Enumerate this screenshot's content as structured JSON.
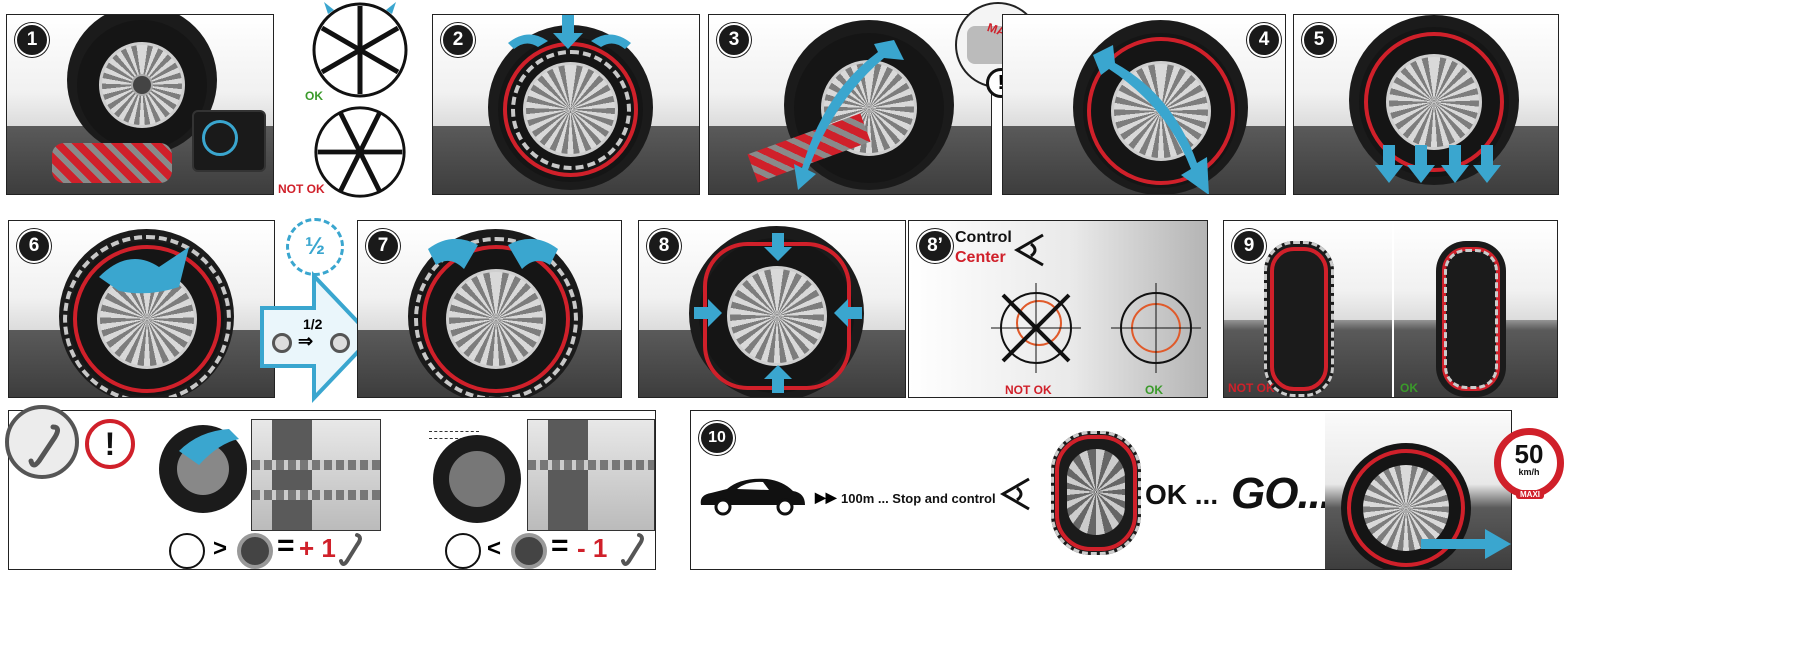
{
  "steps": {
    "s1": "1",
    "s2": "2",
    "s3": "3",
    "s4": "4",
    "s5": "5",
    "s6": "6",
    "s7": "7",
    "s8": "8",
    "s8b": "8’",
    "s9": "9",
    "s10": "10"
  },
  "labels": {
    "ok": "OK",
    "not_ok": "NOT OK",
    "max": "MAX",
    "half_fraction": "1/2",
    "control": "Control",
    "center": "Center",
    "plus_one": "+ 1",
    "minus_one": "- 1",
    "route": "100m ... Stop and control",
    "ok_dots": "OK ...",
    "go": "GO...",
    "speed_value": "50",
    "speed_unit": "km/h",
    "speed_tag": "MAXI"
  },
  "colors": {
    "accent_blue": "#3aa6cf",
    "red": "#d0202a",
    "green": "#3a9a2a"
  },
  "icons": [
    "exclamation-icon",
    "eye-icon",
    "hook-icon",
    "car-icon",
    "fast-forward-icon",
    "crosshair-icon",
    "speed-limit-icon"
  ]
}
